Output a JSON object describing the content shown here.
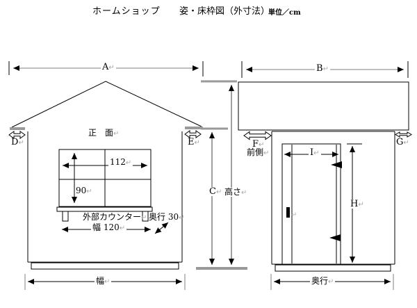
{
  "title": {
    "product": "ホームショップ",
    "drawing": "姿・床枠図（外寸法）",
    "unit": "単位／cm"
  },
  "return_mark": "↵",
  "front_view": {
    "view_label": "正　面",
    "dim_a": "A",
    "dim_c": "C",
    "dim_d": "D",
    "dim_e": "E",
    "dim_height": "高さ",
    "window": {
      "width_value": "112",
      "height_value": "90"
    },
    "counter": {
      "label": "外部カウンター",
      "depth_label": "奥行",
      "depth_value": "30",
      "width_label": "幅",
      "width_value": "120"
    },
    "overall_width": "幅"
  },
  "side_view": {
    "view_label": "前側",
    "dim_b": "B",
    "dim_f": "F",
    "dim_g": "G",
    "dim_h": "H",
    "dim_i": "I",
    "overall_depth": "奥行"
  },
  "colors": {
    "line": "#000000",
    "dimension_gray": "#7f7f7f",
    "bar_gray": "#999999",
    "mark_gray": "#a6a6a6"
  }
}
